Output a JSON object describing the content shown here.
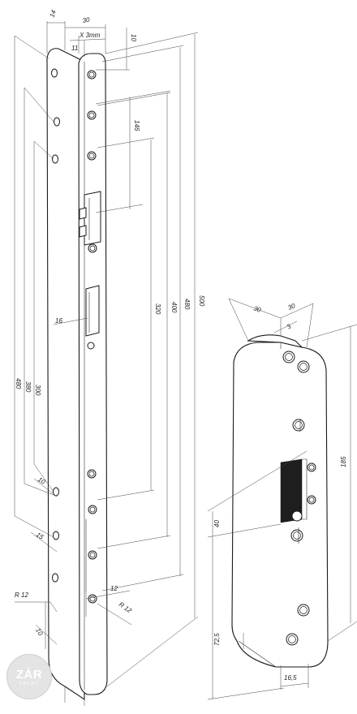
{
  "left_drawing": {
    "dims": {
      "d14": "14",
      "d30": "30",
      "d11": "11",
      "d3mm": "X  3mm",
      "d10top": "10",
      "d146": "146",
      "d320": "320",
      "d400": "400",
      "d480": "480",
      "d500": "500",
      "d16": "16",
      "d480v": "480",
      "d380": "380",
      "d300": "300",
      "d10a": "10",
      "d15": "15",
      "d12": "12",
      "r12a": "R 12",
      "r12b": "R 12",
      "d10b": "10"
    }
  },
  "right_drawing": {
    "dims": {
      "d30a": "30",
      "d30b": "30",
      "d3": "3",
      "d185": "185",
      "d40": "40",
      "d725": "72,5",
      "d165": "16,5"
    }
  },
  "logo": {
    "main": "ZÁR",
    "sub": "FALAT"
  }
}
